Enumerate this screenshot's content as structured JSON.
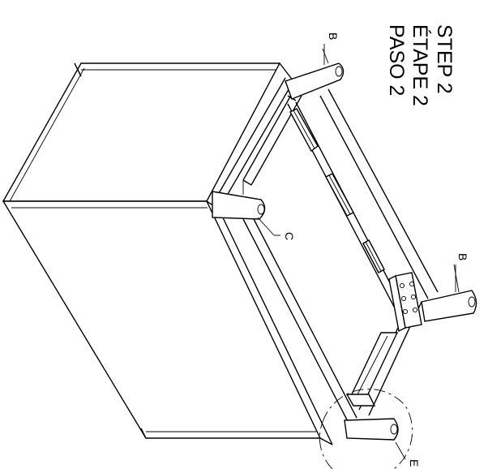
{
  "step_title": {
    "line1": "STEP 2",
    "line2": "ÉTAPE 2",
    "line3": "PASO 2"
  },
  "callouts": {
    "b_top": "B",
    "b_right": "B",
    "c": "C",
    "bottom_edge": "E"
  }
}
